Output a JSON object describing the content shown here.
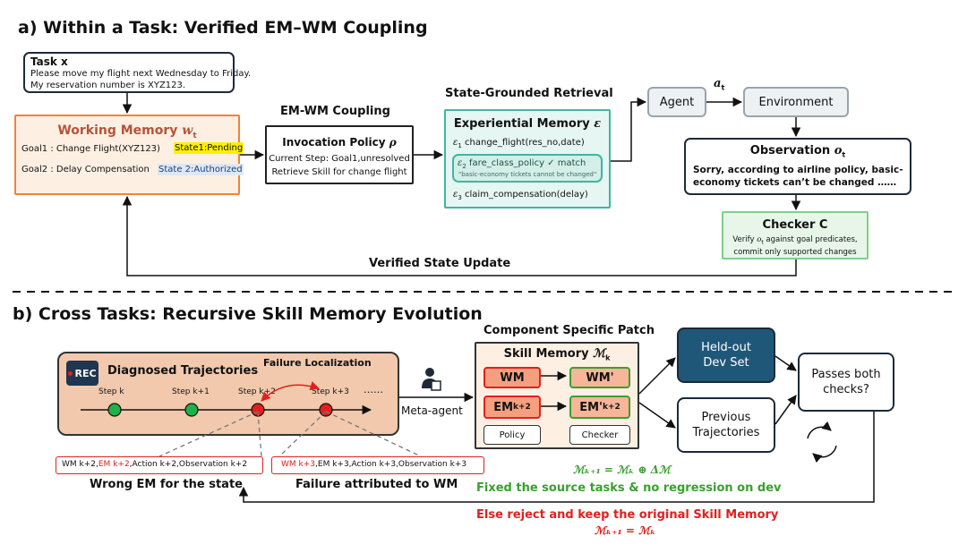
{
  "section_a": {
    "title": "a) Within a Task: Verified EM–WM Coupling",
    "task": {
      "heading": "Task x",
      "line1": "Please move my flight next Wednesday to Friday.",
      "line2": "My reservation number is XYZ123."
    },
    "working_memory": {
      "title": "Working Memory",
      "symbol": "w",
      "symbol_sub": "t",
      "goal1": "Goal1 : Change Flight(XYZ123)",
      "state1": "State1:Pending",
      "goal2": "Goal2 : Delay Compensation",
      "state2": "State 2:Authorized"
    },
    "coupling_label": "EM-WM Coupling",
    "invocation_policy": {
      "title": "Invocation Policy",
      "symbol": "ρ",
      "line1": "Current Step: Goal1,unresolved",
      "line2": "Retrieve Skill for change flight"
    },
    "retrieval_label": "State-Grounded Retrieval",
    "experiential_memory": {
      "title": "Experiential Memory",
      "symbol": "ε",
      "e1_sym": "ε",
      "e1_sub": "1",
      "e1": "change_flight(res_no,date)",
      "e2_sym": "ε",
      "e2_sub": "2",
      "e2": "fare_class_policy ✓ match",
      "e2_note": "\"basic-economy tickets cannot be changed\"",
      "e3_sym": "ε",
      "e3_sub": "3",
      "e3": "claim_compensation(delay)"
    },
    "agent": "Agent",
    "action_sym": "a",
    "action_sub": "t",
    "environment": "Environment",
    "observation": {
      "title": "Observation",
      "symbol": "o",
      "symbol_sub": "t",
      "line1": "Sorry, according to airline policy, basic-",
      "line2": "economy tickets can’t be changed ……"
    },
    "checker": {
      "title": "Checker C",
      "line1_a": "Verify",
      "line1_sym": "o",
      "line1_sub": "t",
      "line1_b": "against goal predicates,",
      "line2": "commit only supported changes"
    },
    "verified_update": "Verified State Update"
  },
  "section_b": {
    "title": "b) Cross Tasks: Recursive Skill Memory Evolution",
    "rec": "REC",
    "diagnosed": "Diagnosed Trajectories",
    "failure_localization": "Failure Localization",
    "steps": [
      {
        "label": "Step k",
        "status": "ok"
      },
      {
        "label": "Step k+1",
        "status": "ok"
      },
      {
        "label": "Step k+2",
        "status": "fail"
      },
      {
        "label": "Step k+3",
        "status": "fail"
      }
    ],
    "ellipsis": "……",
    "meta_agent": "Meta-agent",
    "patch_label": "Component Specific Patch",
    "skill_memory": {
      "title": "Skill Memory",
      "symbol": "ℳ",
      "symbol_sub": "k",
      "wm": "WM",
      "wm_prime": "WM'",
      "em": "EM",
      "em_sub": "k+2",
      "em_prime": "EM'",
      "em_prime_sub": "k+2",
      "policy": "Policy",
      "checker": "Checker"
    },
    "heldout_line1": "Held-out",
    "heldout_line2": "Dev Set",
    "previous_line1": "Previous",
    "previous_line2": "Trajectories",
    "passes_line1": "Passes both",
    "passes_line2": "checks?",
    "case1": {
      "p1": "WM k+2,",
      "p2": "EM k+2",
      "p3": ",Action k+2,Observation k+2",
      "label": "Wrong EM for the state"
    },
    "case2": {
      "p1": "WM k+3",
      "p2": ",EM k+3,Action k+3,Observation k+3",
      "label": "Failure attributed to WM"
    },
    "accept_formula": "ℳ",
    "accept_formula_full": "ℳₖ₊₁ = ℳₖ ⊕ Δℳ",
    "accept_text": "Fixed the source tasks & no regression on dev",
    "reject_text": "Else reject and keep the original Skill Memory",
    "reject_formula": "ℳₖ₊₁ = ℳₖ"
  },
  "colors": {
    "wm_border": "#f0833a",
    "wm_bg": "#fdf0e3",
    "wm_title": "#b5543a",
    "em_border": "#3fb6a0",
    "em_bg": "#e6f6f2",
    "traj_bg": "#f2c9ad",
    "heldout_bg": "#1f5778",
    "ok_dot": "#22b04b",
    "fail_dot": "#e02020",
    "red": "#e02020",
    "green": "#3aa02f",
    "yellow": "#fff000",
    "state2_bg": "#dde8f3",
    "checker_border": "#7fcf8a"
  }
}
